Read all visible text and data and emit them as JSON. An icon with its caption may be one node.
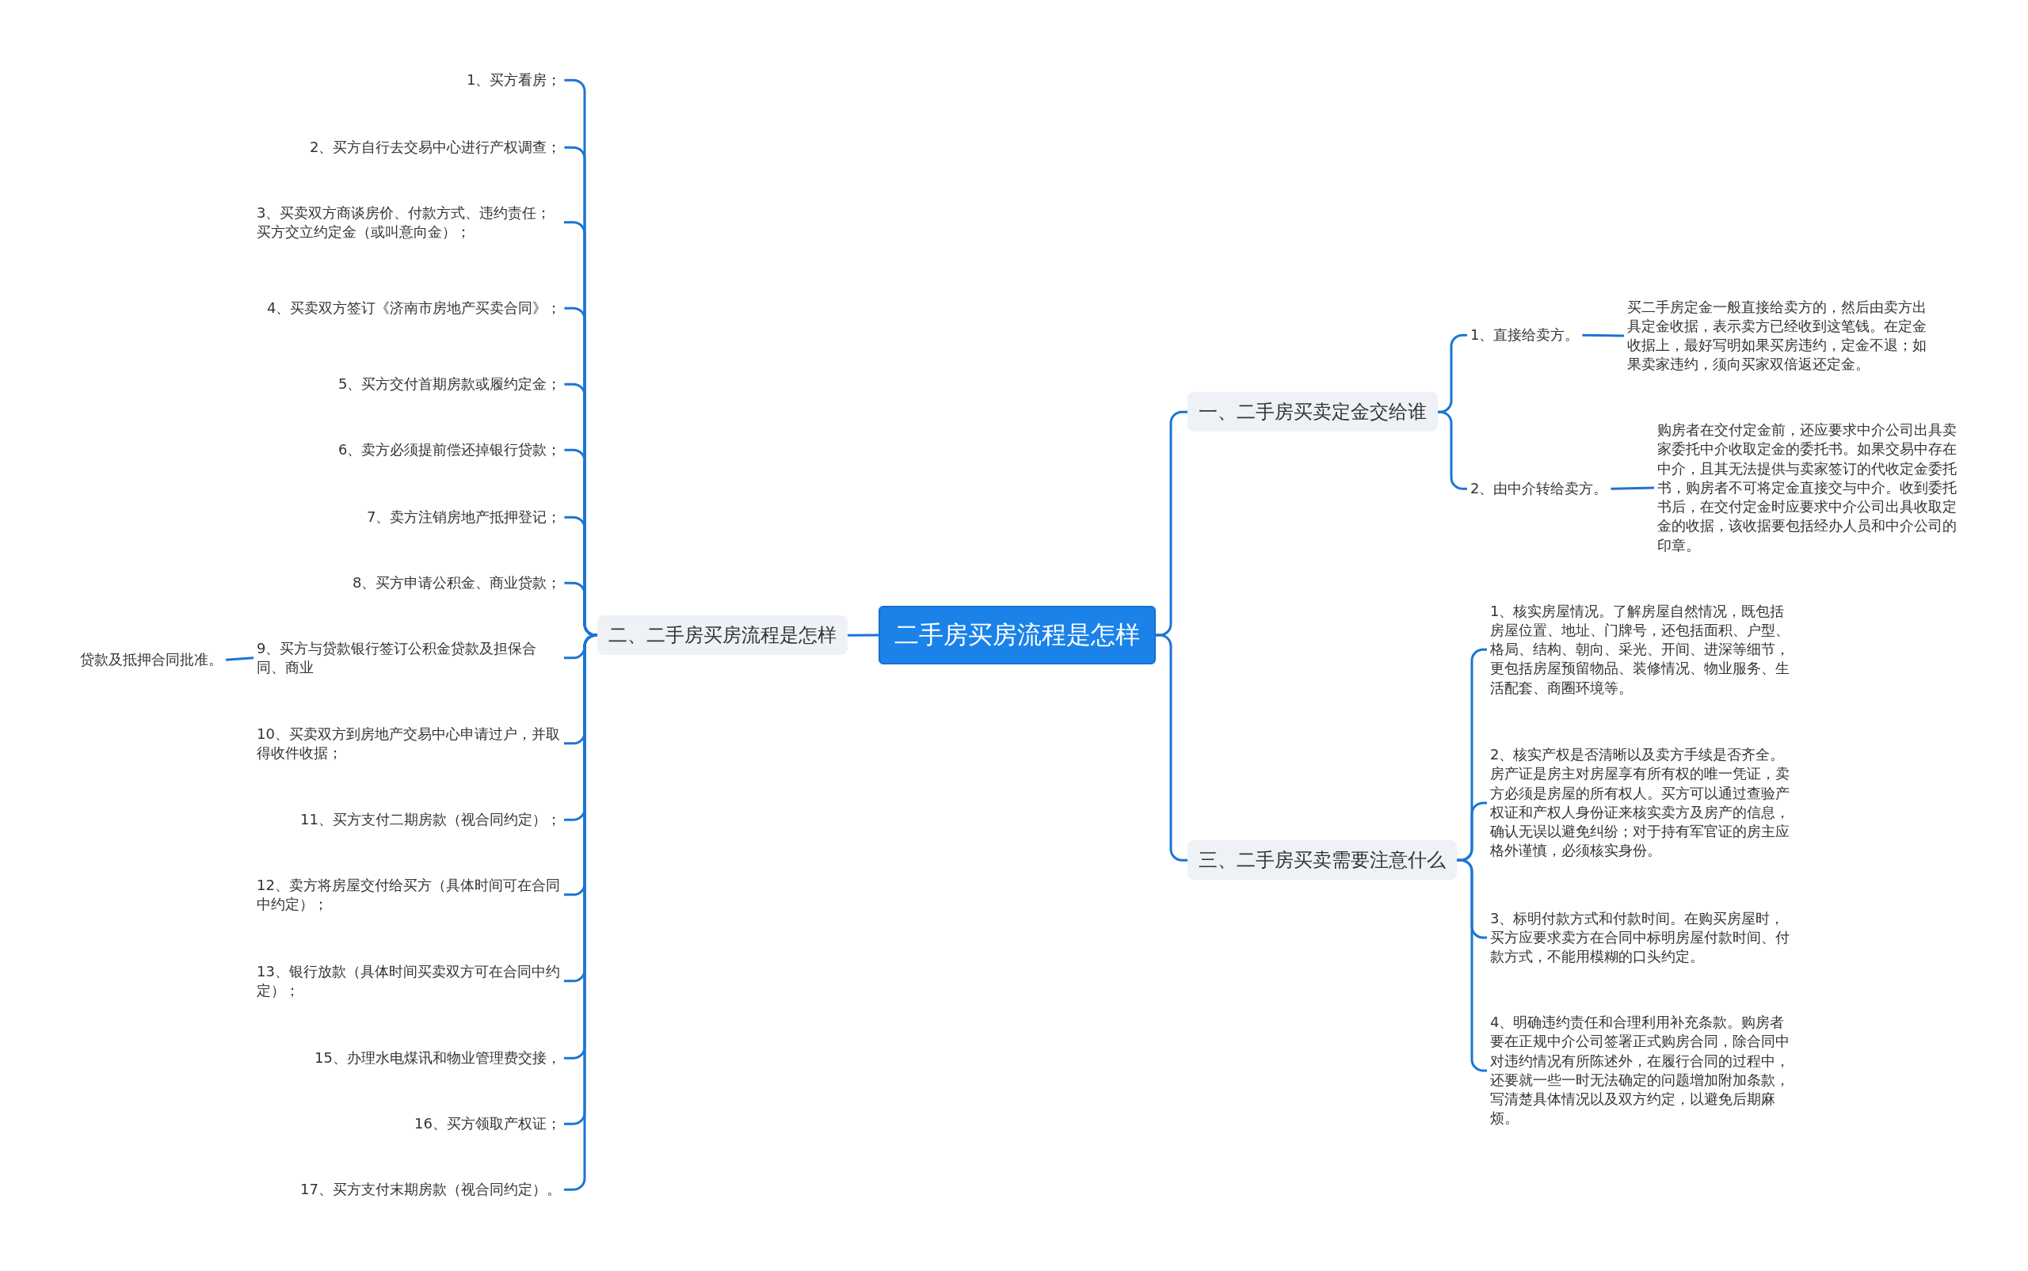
{
  "diagram": {
    "nodes": [
      {
        "text": [
          "二手房买房流程是怎样"
        ]
      },
      {
        "text": [
          "一、二手房买卖定金交给谁"
        ]
      },
      {
        "text": [
          "1、直接给卖方。"
        ]
      },
      {
        "text": [
          "买二手房定金一般直接给卖方的，然后由卖方出具定金收据，表示卖方已经收到这笔钱。在定金收据上，最好写明如果买房违约，定金不退；如果卖家违约，须向买家双倍返还定金。"
        ]
      },
      {
        "text": [
          "2、由中介转给卖方。"
        ]
      },
      {
        "text": [
          "购房者在交付定金前，还应要求中介公司出具卖家委托中介收取定金的委托书。如果交易中存在中介，且其无法提供与卖家签订的代收定金委托书，购房者不可将定金直接交与中介。收到委托书后，在交付定金时应要求中介公司出具收取定金的收据，该收据要包括经办人员和中介公司的印章。"
        ]
      },
      {
        "text": [
          "二、二手房买房流程是怎样"
        ]
      },
      {
        "text": [
          "1、买方看房；"
        ]
      },
      {
        "text": [
          "2、买方自行去交易中心进行产权调查；"
        ]
      },
      {
        "text": [
          "3、买卖双方商谈房价、付款方式、违约责任；买方交立约定金（或叫意向金）；"
        ]
      },
      {
        "text": [
          "4、买卖双方签订《济南市房地产买卖合同》；"
        ]
      },
      {
        "text": [
          "5、买方交付首期房款或履约定金；"
        ]
      },
      {
        "text": [
          "6、卖方必须提前偿还掉银行贷款；"
        ]
      },
      {
        "text": [
          "7、卖方注销房地产抵押登记；"
        ]
      },
      {
        "text": [
          "8、买方申请公积金、商业贷款；"
        ]
      },
      {
        "text": [
          "9、买方与贷款银行签订公积金贷款及担保合同、商业"
        ]
      },
      {
        "text": [
          "10、买卖双方到房地产交易中心申请过户，并取得收件收据；"
        ]
      },
      {
        "text": [
          "11、买方支付二期房款（视合同约定）；"
        ]
      },
      {
        "text": [
          "12、卖方将房屋交付给买方（具体时间可在合同中约定）；"
        ]
      },
      {
        "text": [
          "13、银行放款（具体时间买卖双方可在合同中约定）；"
        ]
      },
      {
        "text": [
          "15、办理水电煤讯和物业管理费交接，"
        ]
      },
      {
        "text": [
          "16、买方领取产权证；"
        ]
      },
      {
        "text": [
          "17、买方支付末期房款（视合同约定）。"
        ]
      },
      {
        "text": [
          "贷款及抵押合同批准。"
        ]
      },
      {
        "text": [
          "三、二手房买卖需要注意什么"
        ]
      },
      {
        "text": [
          "1、核实房屋情况。了解房屋自然情况，既包括房屋位置、地址、门牌号，还包括面积、户型、格局、结构、朝向、采光、开间、进深等细节，更包括房屋预留物品、装修情况、物业服务、生活配套、商圈环境等。"
        ]
      },
      {
        "text": [
          "2、核实产权是否清晰以及卖方手续是否齐全。房产证是房主对房屋享有所有权的唯一凭证，卖方必须是房屋的所有权人。买方可以通过查验产权证和产权人身份证来核实卖方及房产的信息，确认无误以避免纠纷；对于持有军官证的房主应格外谨慎，必须核实身份。"
        ]
      },
      {
        "text": [
          "3、标明付款方式和付款时间。在购买房屋时，买方应要求卖方在合同中标明房屋付款时间、付款方式，不能用模糊的口头约定。"
        ]
      },
      {
        "text": [
          "4、明确违约责任和合理利用补充条款。购房者要在正规中介公司签署正式购房合同，除合同中对违约情况有所陈述外，在履行合同的过程中，还要就一些一时无法确定的问题增加附加条款，写清楚具体情况以及双方约定，以避免后期麻烦。"
        ]
      }
    ],
    "edges": [
      {
        "from": 0,
        "to": 1,
        "arrow": "none"
      },
      {
        "from": 1,
        "to": 2,
        "arrow": "none"
      },
      {
        "from": 2,
        "to": 3,
        "arrow": "none"
      },
      {
        "from": 1,
        "to": 4,
        "arrow": "none"
      },
      {
        "from": 4,
        "to": 5,
        "arrow": "none"
      },
      {
        "from": 0,
        "to": 6,
        "arrow": "none"
      },
      {
        "from": 6,
        "to": 7,
        "arrow": "none"
      },
      {
        "from": 6,
        "to": 8,
        "arrow": "none"
      },
      {
        "from": 6,
        "to": 9,
        "arrow": "none"
      },
      {
        "from": 6,
        "to": 10,
        "arrow": "none"
      },
      {
        "from": 6,
        "to": 11,
        "arrow": "none"
      },
      {
        "from": 6,
        "to": 12,
        "arrow": "none"
      },
      {
        "from": 6,
        "to": 13,
        "arrow": "none"
      },
      {
        "from": 6,
        "to": 14,
        "arrow": "none"
      },
      {
        "from": 6,
        "to": 15,
        "arrow": "none"
      },
      {
        "from": 6,
        "to": 16,
        "arrow": "none"
      },
      {
        "from": 6,
        "to": 17,
        "arrow": "none"
      },
      {
        "from": 6,
        "to": 18,
        "arrow": "none"
      },
      {
        "from": 6,
        "to": 19,
        "arrow": "none"
      },
      {
        "from": 6,
        "to": 20,
        "arrow": "none"
      },
      {
        "from": 6,
        "to": 21,
        "arrow": "none"
      },
      {
        "from": 6,
        "to": 22,
        "arrow": "none"
      },
      {
        "from": 15,
        "to": 23,
        "arrow": "none"
      },
      {
        "from": 0,
        "to": 24,
        "arrow": "none"
      },
      {
        "from": 24,
        "to": 25,
        "arrow": "none"
      },
      {
        "from": 24,
        "to": 26,
        "arrow": "none"
      },
      {
        "from": 24,
        "to": 27,
        "arrow": "none"
      },
      {
        "from": 24,
        "to": 28,
        "arrow": "none"
      }
    ]
  }
}
